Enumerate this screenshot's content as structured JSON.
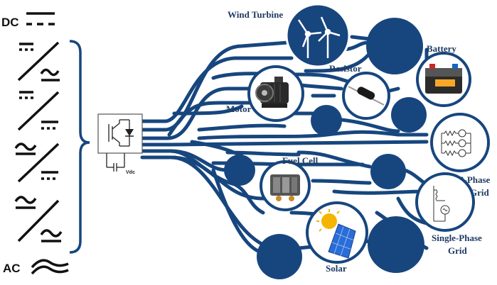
{
  "legend": {
    "dc_label": "DC",
    "ac_label": "AC"
  },
  "converter": {
    "vdc_label": "Vdc"
  },
  "nodes": {
    "wind_turbine": "Wind Turbine",
    "battery": "Battery",
    "resistor": "Resistor",
    "motor": "Motor",
    "three_phase_line1": "3-Phase",
    "three_phase_line2": "Grid",
    "fuel_cell": "Fuel Cell",
    "single_phase_line1": "Single-Phase",
    "single_phase_line2": "Grid",
    "solar": "Solar"
  },
  "colors": {
    "navy": "#17467e",
    "label": "#1f3b63",
    "ink": "#111111"
  }
}
